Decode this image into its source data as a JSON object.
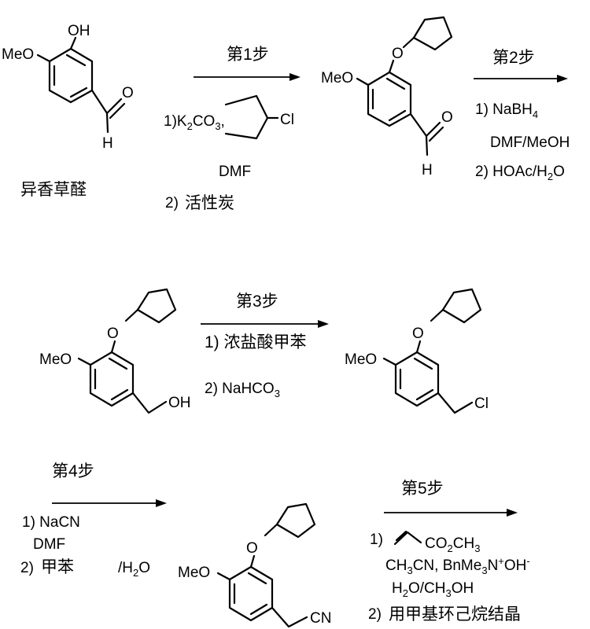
{
  "compounds": {
    "isovanillin": {
      "name": "异香草醛",
      "atom_oh": "OH",
      "atom_meo": "MeO",
      "atom_o": "O",
      "atom_h": "H"
    },
    "ether_aldehyde": {
      "atom_o_ring": "O",
      "atom_meo": "MeO",
      "atom_o": "O",
      "atom_h": "H"
    },
    "alcohol": {
      "atom_o_ring": "O",
      "atom_meo": "MeO",
      "atom_oh": "OH"
    },
    "chloride": {
      "atom_o_ring": "O",
      "atom_meo": "MeO",
      "atom_cl": "Cl"
    },
    "nitrile": {
      "atom_o_ring": "O",
      "atom_meo": "MeO",
      "atom_cn": "CN"
    }
  },
  "steps": [
    {
      "label": "第1步",
      "r1_prefix": "1)K",
      "r1_sub1": "2",
      "r1_mid": "CO",
      "r1_sub2": "3",
      "r1_comma": ",",
      "cl": "Cl",
      "solvent": "DMF",
      "r2_num": "2)",
      "r2": "活性炭"
    },
    {
      "label": "第2步",
      "r1_prefix": "1) NaBH",
      "r1_sub": "4",
      "solvent": "DMF/MeOH",
      "r2_prefix": "2) HOAc/H",
      "r2_sub": "2",
      "r2_suffix": "O"
    },
    {
      "label": "第3步",
      "r1": "1) 浓盐酸甲苯",
      "r2_prefix": "2) NaHCO",
      "r2_sub": "3"
    },
    {
      "label": "第4步",
      "r1": "1) NaCN",
      "solvent": "DMF",
      "r2_num": "2)",
      "r2_a": "甲苯",
      "r2_b": "/H",
      "r2_sub": "2",
      "r2_c": "O"
    },
    {
      "label": "第5步",
      "r1_num": "1)",
      "r1_prefix": "CO",
      "r1_sub1": "2",
      "r1_mid": "CH",
      "r1_sub2": "3",
      "line2_a": "CH",
      "line2_sub1": "3",
      "line2_b": "CN, BnMe",
      "line2_sub2": "3",
      "line2_c": "N",
      "line2_sup": "+",
      "line2_d": "OH",
      "line2_sup2": "-",
      "line3_a": "H",
      "line3_sub1": "2",
      "line3_b": "O/CH",
      "line3_sub2": "3",
      "line3_c": "OH",
      "r2_num": "2)",
      "r2": "用甲基环己烷结晶"
    }
  ]
}
